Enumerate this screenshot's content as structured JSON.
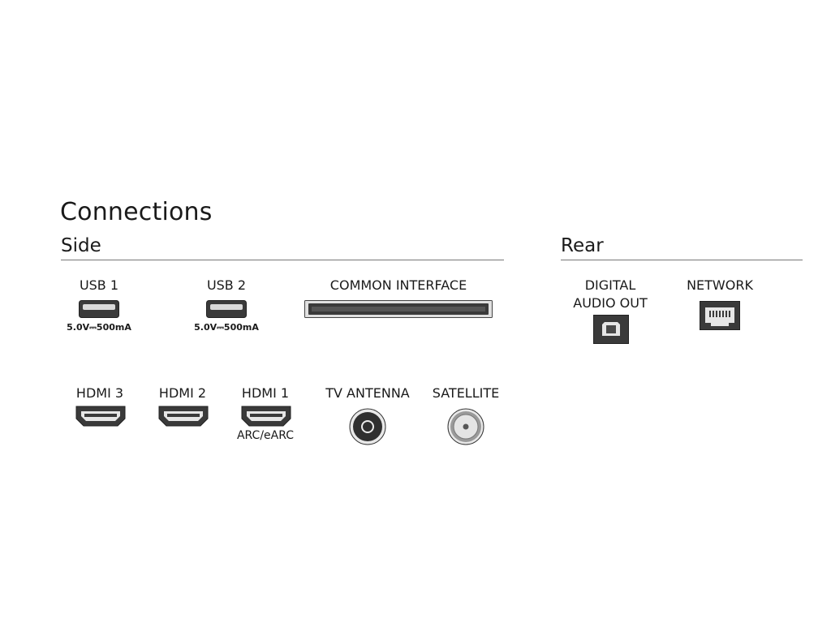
{
  "title": "Connections",
  "sections": {
    "side": "Side",
    "rear": "Rear"
  },
  "side_ports": {
    "usb1": {
      "label": "USB 1",
      "spec": "5.0V⎓500mA"
    },
    "usb2": {
      "label": "USB 2",
      "spec": "5.0V⎓500mA"
    },
    "common_interface": {
      "label": "COMMON INTERFACE"
    },
    "hdmi3": {
      "label": "HDMI 3"
    },
    "hdmi2": {
      "label": "HDMI 2"
    },
    "hdmi1": {
      "label": "HDMI 1",
      "sub": "ARC/eARC"
    },
    "tv_antenna": {
      "label": "TV ANTENNA"
    },
    "satellite": {
      "label": "SATELLITE"
    }
  },
  "rear_ports": {
    "digital_audio_out": {
      "label_line1": "DIGITAL",
      "label_line2": "AUDIO OUT"
    },
    "network": {
      "label": "NETWORK"
    }
  },
  "icons": {
    "usb": "usb-port-icon",
    "ci": "common-interface-slot-icon",
    "hdmi": "hdmi-port-icon",
    "antenna": "antenna-coax-icon",
    "satellite": "satellite-f-connector-icon",
    "optical": "optical-port-icon",
    "ethernet": "ethernet-port-icon"
  },
  "colors": {
    "text": "#1a1a1a",
    "port_dark": "#3a3a3a",
    "port_light": "#d9d9d9",
    "rule": "#777777"
  }
}
